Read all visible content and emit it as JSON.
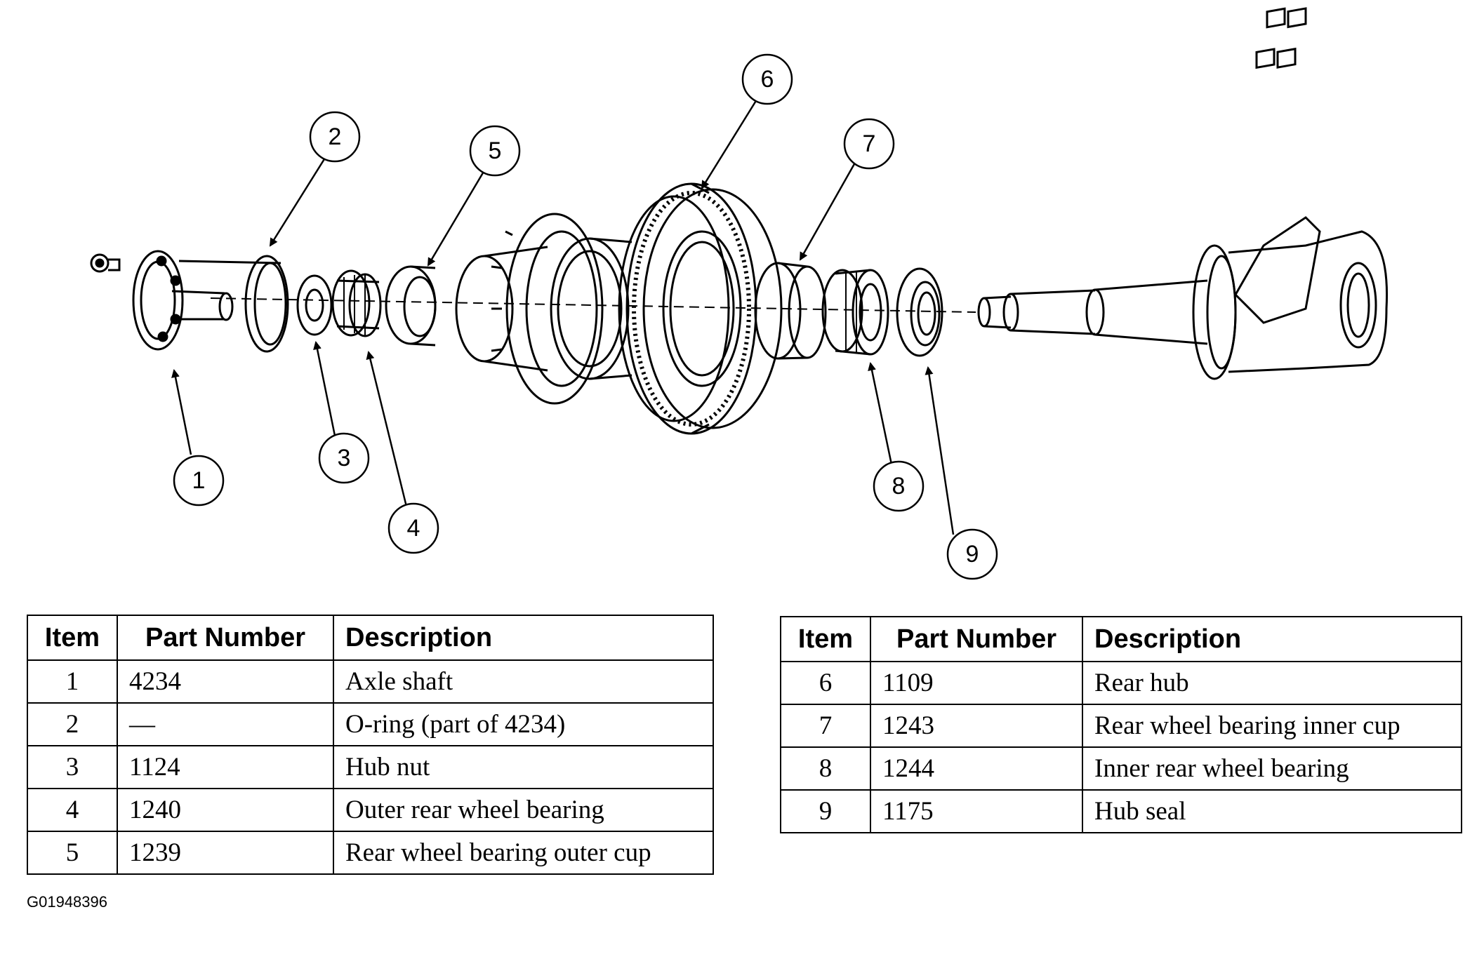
{
  "callouts": [
    "1",
    "2",
    "3",
    "4",
    "5",
    "6",
    "7",
    "8",
    "9"
  ],
  "tables": {
    "headers": {
      "item": "Item",
      "part_number": "Part Number",
      "description": "Description"
    },
    "left": [
      {
        "item": "1",
        "part": "4234",
        "desc": "Axle shaft"
      },
      {
        "item": "2",
        "part": "—",
        "desc": "O-ring (part of 4234)"
      },
      {
        "item": "3",
        "part": "1124",
        "desc": "Hub nut"
      },
      {
        "item": "4",
        "part": "1240",
        "desc": "Outer rear wheel bearing"
      },
      {
        "item": "5",
        "part": "1239",
        "desc": "Rear wheel bearing outer cup"
      }
    ],
    "right": [
      {
        "item": "6",
        "part": "1109",
        "desc": "Rear hub"
      },
      {
        "item": "7",
        "part": "1243",
        "desc": "Rear wheel bearing inner cup"
      },
      {
        "item": "8",
        "part": "1244",
        "desc": "Inner rear wheel bearing"
      },
      {
        "item": "9",
        "part": "1175",
        "desc": "Hub seal"
      }
    ]
  },
  "figure_id": "G01948396"
}
